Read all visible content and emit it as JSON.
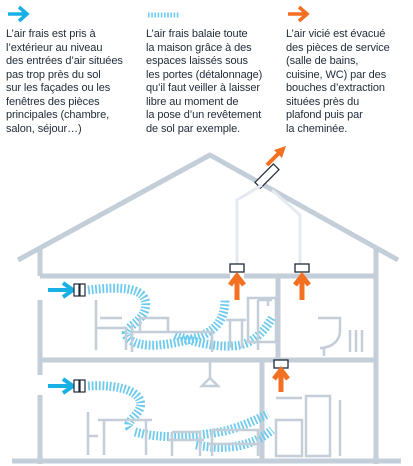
{
  "legend": [
    {
      "icon": "solid-arrow-right-icon",
      "color": "#1ab0e6",
      "lines": [
        "L’air frais est pris à",
        "l’extérieur au niveau",
        "des entrées d’air situées",
        "pas trop près du sol",
        "sur les façades ou les",
        "fenêtres des pièces",
        "principales (chambre,",
        "salon, séjour…)"
      ]
    },
    {
      "icon": "dashed-line-icon",
      "color": "#6fcbed",
      "lines": [
        "L’air frais balaie toute",
        "la maison grâce à des",
        "espaces laissés sous",
        "les portes (détalonnage)",
        "qu’il faut veiller à laisser",
        "libre au moment de",
        "la pose d’un revêtement",
        "de sol par exemple."
      ]
    },
    {
      "icon": "solid-arrow-right-icon",
      "color": "#f36f21",
      "lines": [
        "L’air vicié est évacué",
        "des pièces de service",
        "(salle de bains,",
        "cuisine, WC) par des",
        "bouches d’extraction",
        "situées près du",
        "plafond puis par",
        "la cheminée."
      ]
    }
  ],
  "colors": {
    "fresh_air": "#1ab0e6",
    "airflow_dashes": "#6fcbed",
    "stale_air": "#f36f21",
    "house_outline": "#c3ced8",
    "furniture": "#c3ced8"
  }
}
